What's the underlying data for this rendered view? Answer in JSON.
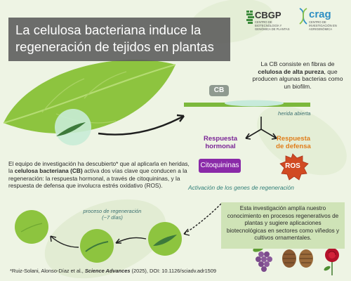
{
  "title": "La celulosa bacteriana induce la regeneración de tejidos en plantas",
  "logos": {
    "cbgp": {
      "name": "CBGP",
      "sub": "Centro de Biotecnología y Genómica de Plantas"
    },
    "crag": {
      "name": "crag",
      "sub": "Centro de Investigación en Agrigenómica"
    }
  },
  "cb_description": {
    "part1": "La CB consiste en fibras de",
    "bold": "celulosa de alta pureza",
    "part2": ", que producen algunas bacterias como un biofilm."
  },
  "cb_label": "CB",
  "wound_label": "herida abierta",
  "responses": {
    "hormonal": "Respuesta hormonal",
    "defense": "Respuesta de defensa",
    "cytokinins": "Citoquininas",
    "ros": "ROS"
  },
  "activation": "Activación de los genes de regeneración",
  "research": {
    "part1": "El equipo de investigación ha descubierto* que al aplicarla en heridas, la ",
    "bold": "celulosa bacteriana (CB)",
    "part2": " activa dos vías clave que conducen a la regeneración: la respuesta hormonal, a través de citoquininas, y la respuesta de defensa que involucra estrés oxidativo (ROS)."
  },
  "process": {
    "line1": "proceso de regeneración",
    "line2": "(~7 días)"
  },
  "conclusion": "Esta investigación amplía nuestro conocimiento en procesos regenerativos de plantas y sugiere aplicaciones biotecnológicas en sectores como viñedos y cultivos ornamentales.",
  "reference": {
    "part1": "*Ruiz-Solani, Alonso-Díaz et al., ",
    "journal": "Science Advances",
    "part2": " (2025), DOI: 10.1126/sciadv.adr1509"
  },
  "colors": {
    "background": "#eef4e4",
    "leaf": "#8dc43f",
    "purple": "#8a2aa8",
    "orange": "#e07d1a",
    "teal": "#2f7e77",
    "ros": "#d14a22"
  }
}
